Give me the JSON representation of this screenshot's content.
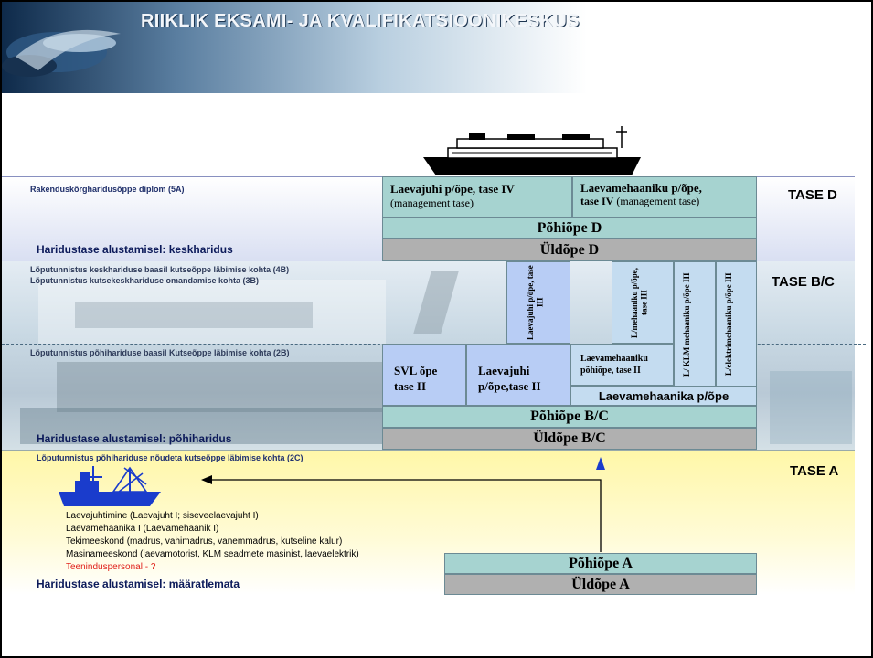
{
  "header": {
    "title": "RIIKLIK EKSAMI- JA KVALIFIKATSIOONIKESKUS"
  },
  "levels": {
    "d": "TASE D",
    "bc": "TASE B/C",
    "a": "TASE A"
  },
  "band_d": {
    "diploma": "Rakenduskõrgharidusõppe diplom (5A)",
    "base": "Haridustase alustamisel: keskharidus",
    "laevajuhi_title": "Laevajuhi p/õpe, tase IV",
    "laevajuhi_sub": "(management tase)",
    "mehaaniku_title": "Laevamehaaniku p/õpe,",
    "mehaaniku_line2": "tase IV",
    "mehaaniku_sub": "(management tase)",
    "pohiope": "Põhiõpe D",
    "yldope": "Üldõpe D"
  },
  "band_bc": {
    "cert_4b": "Lõputunnistus keskhariduse baasil kutseõppe läbimise kohta (4B)",
    "cert_3b": "Lõputunnistus kutsekeskhariduse omandamise kohta (3B)",
    "v_laevajuhi": "Laevajuhi p/õpe, tase III",
    "v_mehaaniku": "L/mehaaniku p/õpe, tase III",
    "v_klm": "L/ KLM mehaaniku p/õpe III",
    "v_elektri": "L/elektrimehaaniku p/õpe III",
    "cert_2b": "Lõputunnistus põhihariduse baasil Kutseõppe läbimise kohta (2B)",
    "svl_line1": "SVL õpe",
    "svl_line2": "tase II",
    "laevajuhi2_line1": "Laevajuhi",
    "laevajuhi2_line2": "p/õpe,tase II",
    "mehaaniku2_line1": "Laevamehaaniku",
    "mehaaniku2_line2": "põhiõpe, tase II",
    "mehaanika_pope": "Laevamehaanika p/õpe",
    "pohiope": "Põhiõpe B/C",
    "yldope": "Üldõpe B/C",
    "base": "Haridustase alustamisel: põhiharidus"
  },
  "band_a": {
    "cert_2c": "Lõputunnistus põhihariduse nõudeta kutseõppe läbimise kohta (2C)",
    "items": [
      "Laevajuhtimine (Laevajuht I; siseveelaevajuht I)",
      "Laevamehaanika I (Laevamehaanik I)",
      "Tekimeeskond (madrus, vahimadrus, vanemmadrus, kutseline kalur)",
      "Masinameeskond (laevamotorist, KLM seadmete masinist, laevaelektrik)"
    ],
    "item_red": "Teeninduspersonal - ?",
    "base": "Haridustase alustamisel: määratlemata",
    "pohiope": "Põhiõpe A",
    "yldope": "Üldõpe A"
  },
  "colors": {
    "teal": "#a6d3d0",
    "grey": "#b0b0b0",
    "blue": "#b8cdf5",
    "navy": "#0c1a5a",
    "red": "#e0201a",
    "ship_blue": "#1a3ccc"
  }
}
